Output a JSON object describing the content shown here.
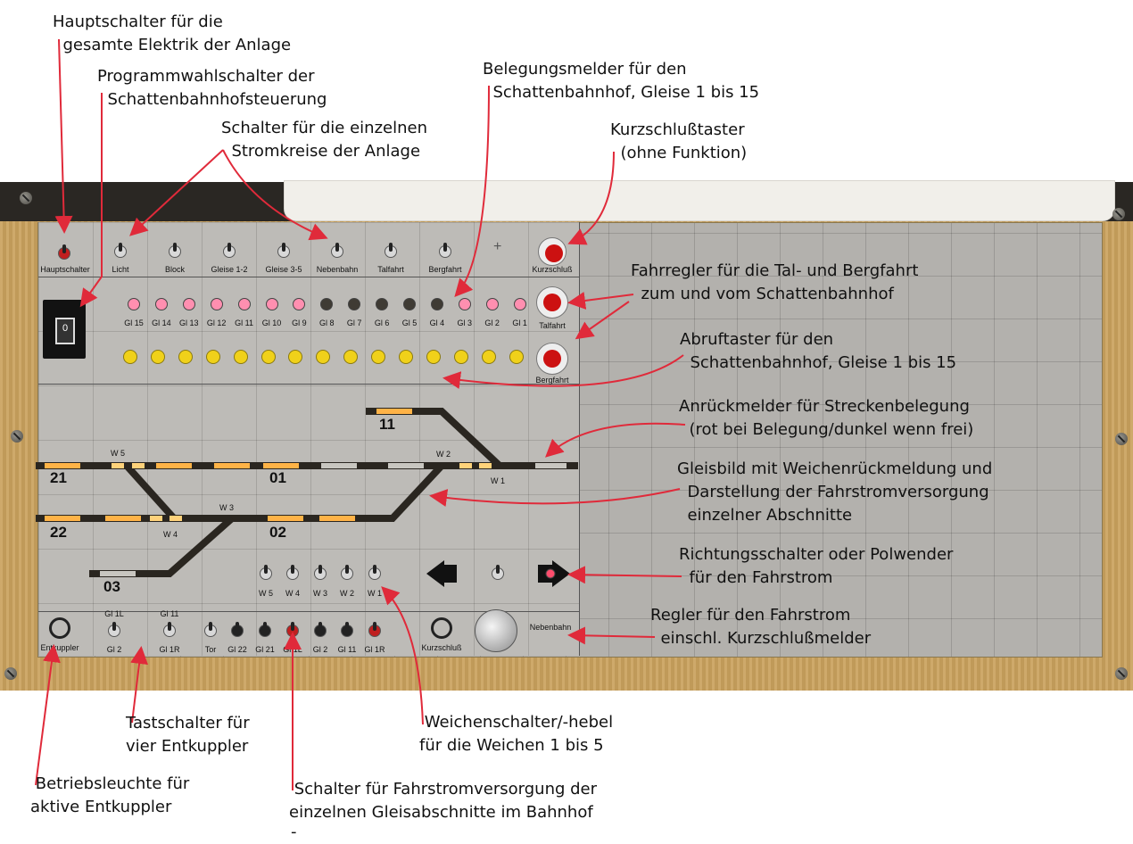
{
  "annotations": {
    "hauptschalter": "Hauptschalter für die\n  gesamte Elektrik der Anlage",
    "programmwahl": "Programmwahlschalter der\n  Schattenbahnhofsteuerung",
    "stromkreise": "Schalter für die einzelnen\n  Stromkreise der Anlage",
    "belegungsmelder": "Belegungsmelder für den\n  Schattenbahnhof, Gleise 1 bis 15",
    "kurzschluss_taster": "Kurzschlußtaster\n  (ohne Funktion)",
    "fahrregler": "Fahrregler für die Tal- und Bergfahrt\n  zum und vom Schattenbahnhof",
    "abruftaster": "Abruftaster für den\n  Schattenbahnhof, Gleise 1 bis 15",
    "anrueckmelder": "Anrückmelder für Streckenbelegung\n  (rot bei Belegung/dunkel wenn frei)",
    "gleisbild": "Gleisbild mit Weichenrückmeldung und\n  Darstellung der Fahrstromversorgung\n  einzelner Abschnitte",
    "richtungsschalter": "Richtungsschalter oder Polwender\n  für den Fahrstrom",
    "regler": "Regler für den Fahrstrom\n  einschl. Kurzschlußmelder",
    "tastschalter": "Tastschalter für\nvier Entkuppler",
    "weichenschalter": " Weichenschalter/-hebel\nfür die Weichen 1 bis 5",
    "betriebsleuchte": " Betriebsleuchte für\naktive Entkuppler",
    "fahrstromversorgung": " Schalter für Fahrstromversorgung der\neinzelnen Gleisabschnitte im Bahnhof"
  },
  "panel": {
    "top_switches": [
      "Hauptschalter",
      "Licht",
      "Block",
      "Gleise 1-2",
      "Gleise 3-5",
      "Nebenbahn",
      "Talfahrt",
      "Bergfahrt"
    ],
    "kurzschluss_top": "Kurzschluß",
    "power_display": "0",
    "track_labels": [
      "Gl 15",
      "Gl 14",
      "Gl 13",
      "Gl 12",
      "Gl 11",
      "Gl 10",
      "Gl 9",
      "Gl 8",
      "Gl 7",
      "Gl 6",
      "Gl 5",
      "Gl 4",
      "Gl 3",
      "Gl 2",
      "Gl 1"
    ],
    "track_led_states": [
      "on",
      "on",
      "on",
      "on",
      "on",
      "on",
      "on",
      "off",
      "off",
      "off",
      "off",
      "off",
      "on",
      "on",
      "on"
    ],
    "led_on_color": "#ff8fb0",
    "led_off_color": "#3f3b34",
    "knob_talfahrt": "Talfahrt",
    "knob_bergfahrt": "Bergfahrt",
    "track_numbers": [
      "11",
      "21",
      "01",
      "22",
      "02",
      "03"
    ],
    "switch_labels": [
      "W 5",
      "W 2",
      "W 1",
      "W 3",
      "W 4"
    ],
    "weichen_levers": [
      "W 5",
      "W 4",
      "W 3",
      "W 2",
      "W 1"
    ],
    "bottom_labels": {
      "entkuppler": "Entkuppler",
      "gl1l_top": "Gl 1L",
      "gl2": "Gl 2",
      "gl11_top": "Gl 11",
      "gl1r": "Gl 1R",
      "tor": "Tor",
      "gl22": "Gl 22",
      "gl21": "Gl 21",
      "gl1l": "Gl 1L",
      "gl2b": "Gl 2",
      "gl11b": "Gl 11",
      "gl1rb": "Gl 1R",
      "kurzschluss": "Kurzschluß",
      "nebenbahn": "Nebenbahn"
    },
    "annotation_color": "#e02a3a",
    "track_color": "#2a2620",
    "segment_lit_color": "#ffb347"
  }
}
